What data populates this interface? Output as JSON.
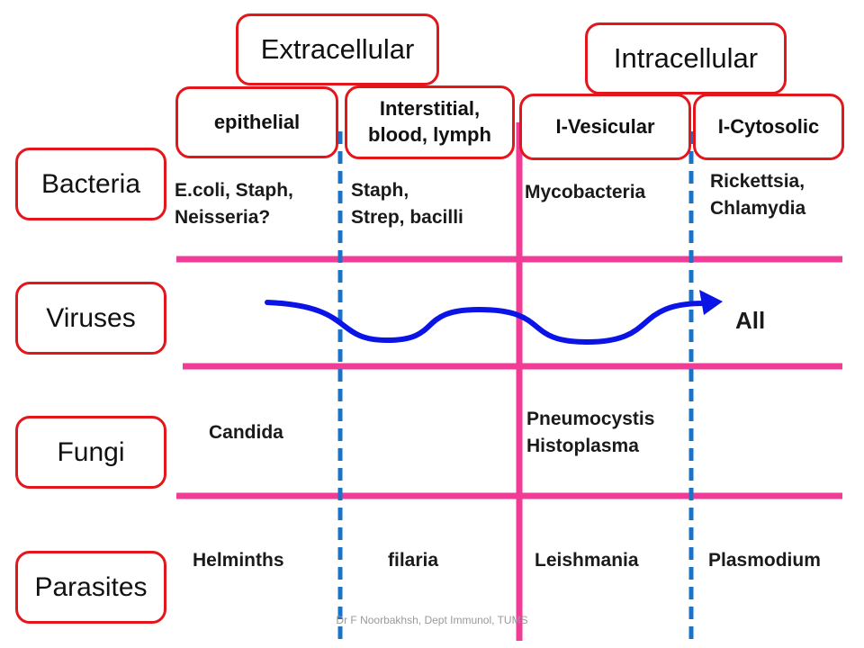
{
  "headers": {
    "extracellular": "Extracellular",
    "intracellular": "Intracellular"
  },
  "subheaders": {
    "epithelial": "epithelial",
    "interstitial_line1": "Interstitial,",
    "interstitial_line2": "blood, lymph",
    "vesicular": "I-Vesicular",
    "cytosolic": "I-Cytosolic"
  },
  "rows": {
    "bacteria": "Bacteria",
    "viruses": "Viruses",
    "fungi": "Fungi",
    "parasites": "Parasites"
  },
  "cells": {
    "bacteria_epithelial_1": "E.coli, Staph,",
    "bacteria_epithelial_2": "Neisseria?",
    "bacteria_interstitial_1": "Staph,",
    "bacteria_interstitial_2": "Strep, bacilli",
    "bacteria_vesicular": "Mycobacteria",
    "bacteria_cytosolic_1": "Rickettsia,",
    "bacteria_cytosolic_2": "Chlamydia",
    "viruses_all": "All",
    "fungi_epithelial": "Candida",
    "fungi_vesicular_1": "Pneumocystis",
    "fungi_vesicular_2": "Histoplasma",
    "parasites_epithelial": "Helminths",
    "parasites_interstitial": "filaria",
    "parasites_vesicular": "Leishmania",
    "parasites_cytosolic": "Plasmodium"
  },
  "footer": "Dr F Noorbakhsh,  Dept Immunol, TUMS",
  "colors": {
    "box_border": "#e3161b",
    "pink_line": "#f03c96",
    "blue_dashed": "#1a73c8",
    "arrow": "#0a14e6"
  }
}
